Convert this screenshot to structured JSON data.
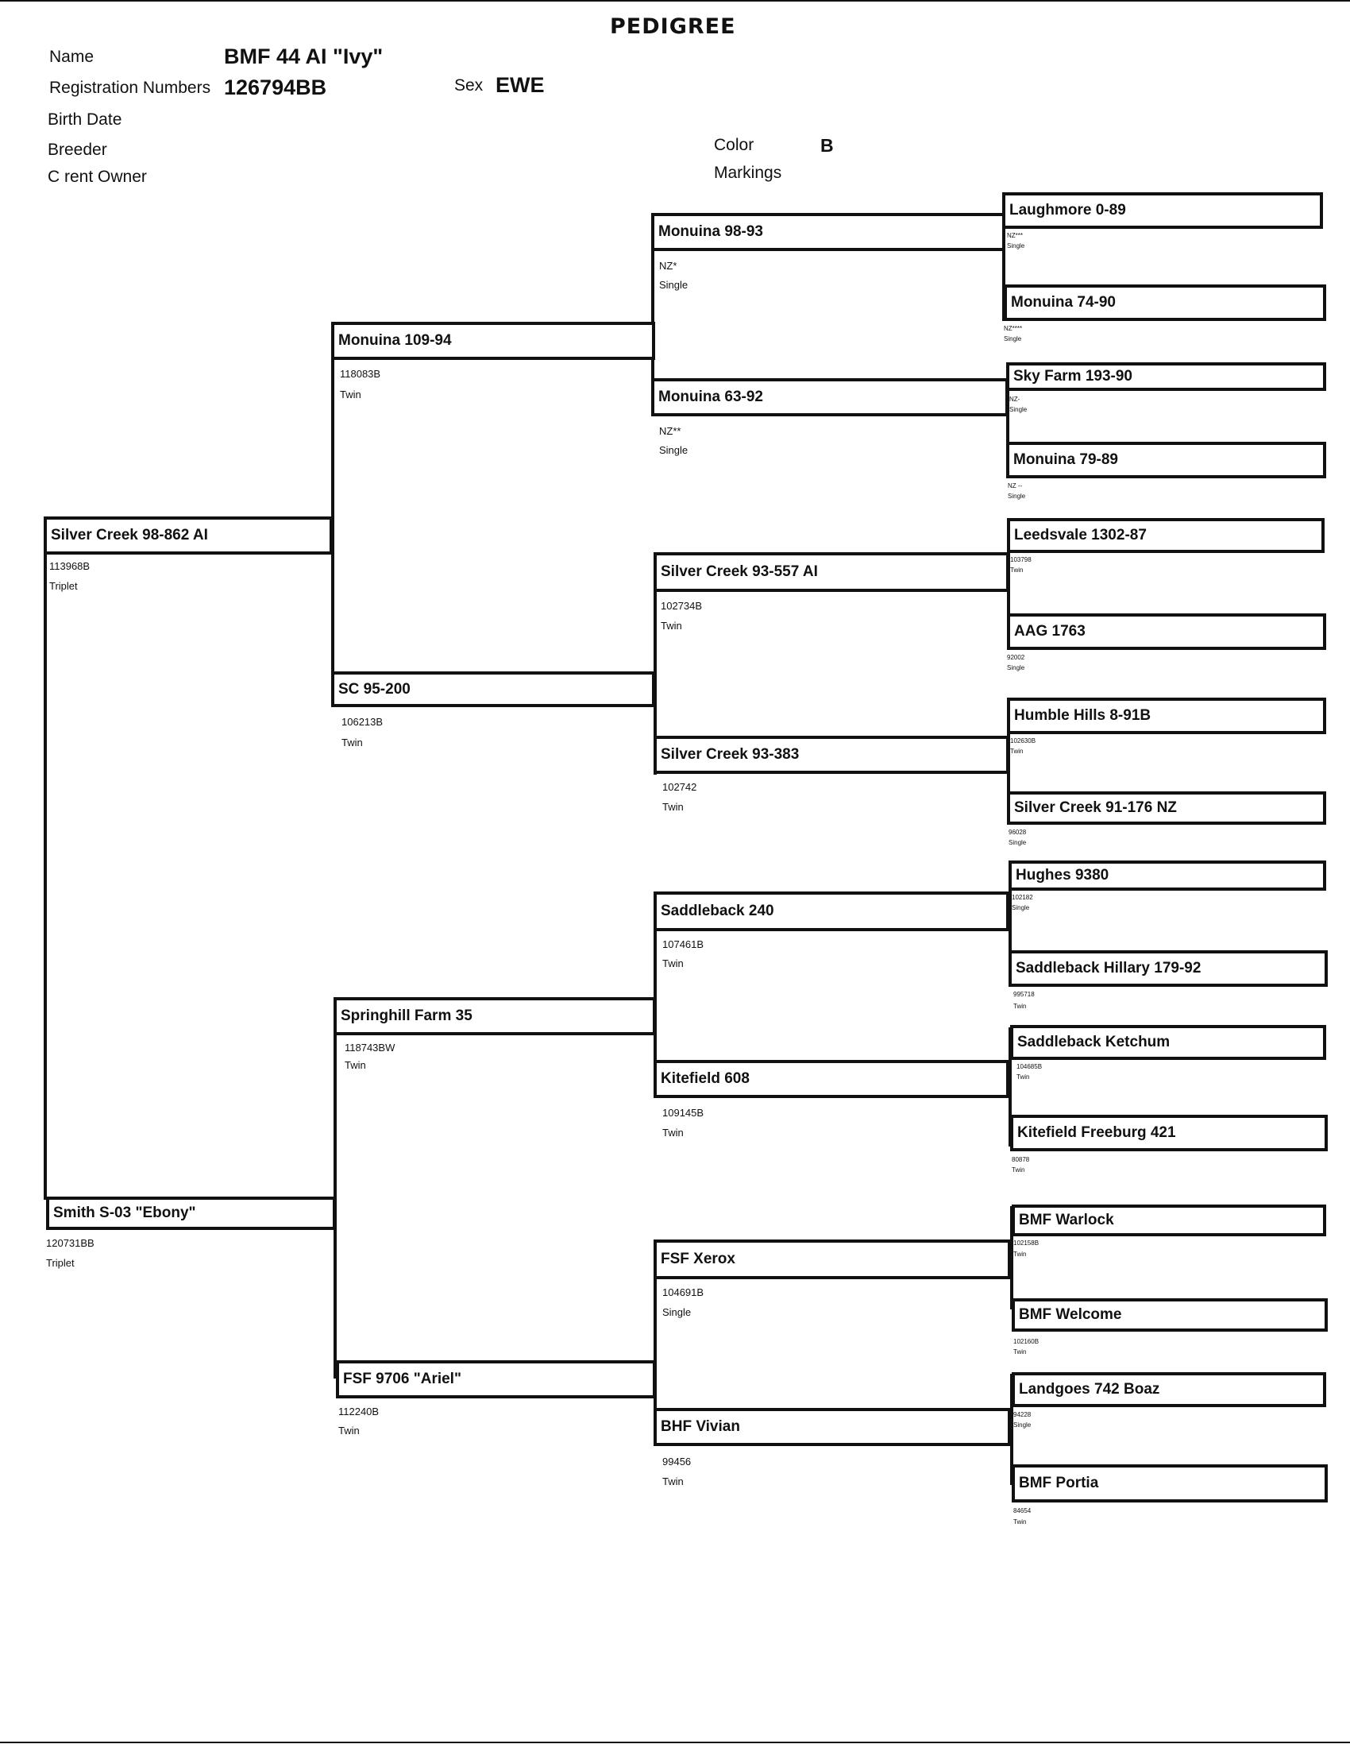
{
  "header": {
    "title": "PEDIGREE",
    "name_label": "Name",
    "name_value": "BMF 44  AI \"Ivy\"",
    "registration_label": "Registration Numbers",
    "registration_value": "126794BB",
    "sex_label": "Sex",
    "sex_value": "EWE",
    "birth_date_label": "Birth Date",
    "breeder_label": "Breeder",
    "owner_label": "C  rent Owner",
    "color_label": "Color",
    "color_value": "B",
    "markings_label": "Markings"
  },
  "gen1": {
    "sire": {
      "name": "Silver Creek 98-862  AI",
      "reg": "113968B",
      "birth": "Triplet"
    },
    "dam": {
      "name": "Smith S-03 \"Ebony\"",
      "reg": "120731BB",
      "birth": "Triplet"
    }
  },
  "gen2": [
    {
      "name": "Monuina 109-94",
      "reg": "118083B",
      "birth": "Twin"
    },
    {
      "name": "SC 95-200",
      "reg": "106213B",
      "birth": "Twin"
    },
    {
      "name": "Springhill Farm 35",
      "reg": "118743BW",
      "birth": "Twin"
    },
    {
      "name": "FSF 9706  \"Ariel\"",
      "reg": "112240B",
      "birth": "Twin"
    }
  ],
  "gen3": [
    {
      "name": "Monuina 98-93",
      "reg": "NZ*",
      "birth": "Single"
    },
    {
      "name": "Monuina 63-92",
      "reg": "NZ**",
      "birth": "Single"
    },
    {
      "name": "Silver Creek 93-557  AI",
      "reg": "102734B",
      "birth": "Twin"
    },
    {
      "name": "Silver Creek 93-383",
      "reg": "102742",
      "birth": "Twin"
    },
    {
      "name": "Saddleback 240",
      "reg": "107461B",
      "birth": "Twin"
    },
    {
      "name": "Kitefield 608",
      "reg": "109145B",
      "birth": "Twin"
    },
    {
      "name": "FSF Xerox",
      "reg": "104691B",
      "birth": "Single"
    },
    {
      "name": "BHF Vivian",
      "reg": "99456",
      "birth": "Twin"
    }
  ],
  "gen4": [
    {
      "name": "Laughmore 0-89",
      "reg": "NZ***",
      "birth": "Single"
    },
    {
      "name": "Monuina 74-90",
      "reg": "NZ****",
      "birth": "Single"
    },
    {
      "name": "Sky Farm 193-90",
      "reg": "NZ-",
      "birth": "Single"
    },
    {
      "name": "Monuina 79-89",
      "reg": "NZ --",
      "birth": "Single"
    },
    {
      "name": "Leedsvale 1302-87",
      "reg": "103798",
      "birth": "Twin"
    },
    {
      "name": "AAG 1763",
      "reg": "92002",
      "birth": "Single"
    },
    {
      "name": "Humble Hills 8-91B",
      "reg": "102630B",
      "birth": "Twin"
    },
    {
      "name": "Silver Creek 91-176 NZ",
      "reg": "96028",
      "birth": "Single"
    },
    {
      "name": "Hughes 9380",
      "reg": "102182",
      "birth": "Single"
    },
    {
      "name": "Saddleback Hillary 179-92",
      "reg": "995718",
      "birth": "Twin"
    },
    {
      "name": "Saddleback Ketchum",
      "reg": "104685B",
      "birth": "Twin"
    },
    {
      "name": "Kitefield Freeburg 421",
      "reg": "80878",
      "birth": "Twin"
    },
    {
      "name": "BMF Warlock",
      "reg": "102158B",
      "birth": "Twin"
    },
    {
      "name": "BMF Welcome",
      "reg": "102160B",
      "birth": "Twin"
    },
    {
      "name": "Landgoes 742 Boaz",
      "reg": "94228",
      "birth": "Single"
    },
    {
      "name": "BMF Portia",
      "reg": "84654",
      "birth": "Twin"
    }
  ]
}
